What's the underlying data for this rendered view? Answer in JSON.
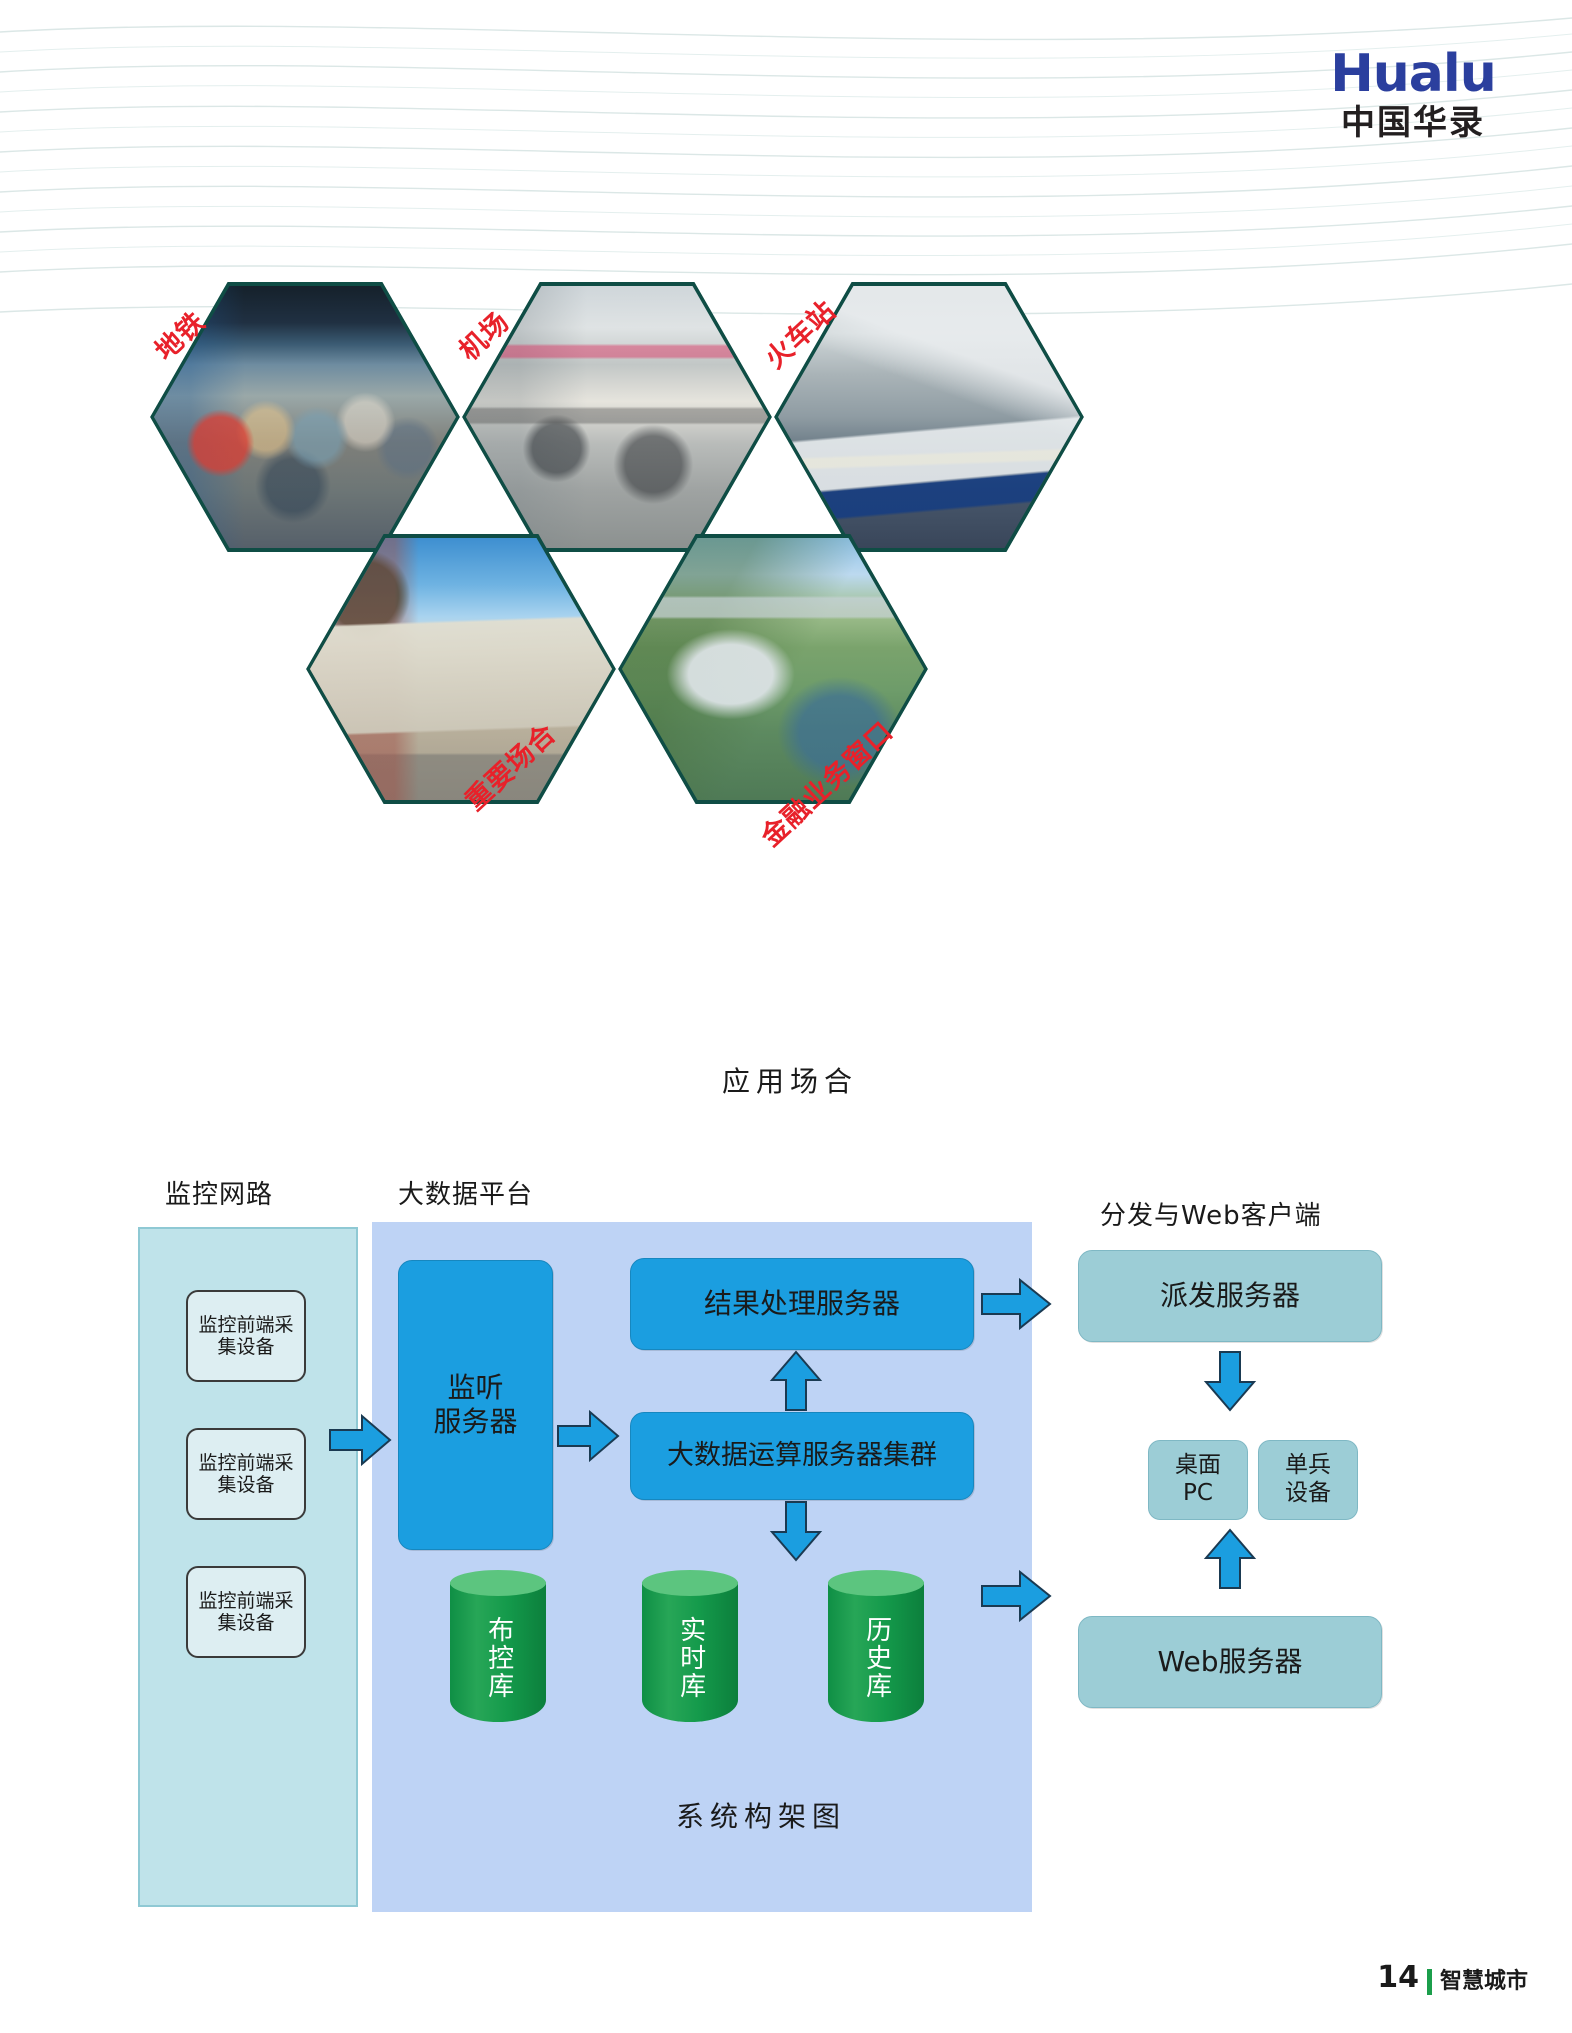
{
  "brand": {
    "wordmark": "Hualu",
    "chinese": "中国华录"
  },
  "scenes": {
    "caption": "应用场合",
    "items": [
      {
        "label": "地铁",
        "photo": "subway-crowd-platform"
      },
      {
        "label": "机场",
        "photo": "airport-security-checkpoint"
      },
      {
        "label": "火车站",
        "photo": "railway-station-platform-train"
      },
      {
        "label": "重要场合",
        "photo": "shopping-mall-plaza-building"
      },
      {
        "label": "金融业务窗口",
        "photo": "aerial-view-modern-terminal"
      }
    ]
  },
  "architecture": {
    "caption": "系统构架图",
    "groups": {
      "monitoring": "监控网路",
      "bigdata": "大数据平台",
      "distribution": "分发与Web客户端"
    },
    "edge_devices": [
      "监控前端采集设备",
      "监控前端采集设备",
      "监控前端采集设备"
    ],
    "nodes": {
      "listener": "监听\n服务器",
      "result_processor": "结果处理服务器",
      "compute_cluster": "大数据运算服务器集群",
      "dispatch_server": "派发服务器",
      "web_server": "Web服务器",
      "desktop_pc": "桌面\nPC",
      "field_device": "单兵\n设备"
    },
    "databases": [
      "布控库",
      "实时库",
      "历史库"
    ],
    "colors": {
      "blue_node": "#1b9ee0",
      "teal_node": "#9ccdd6",
      "db_green": "#149a4b",
      "panel_left": "#bfe3ea",
      "panel_mid": "#bed3f5",
      "arrow": "#1b9ee0"
    }
  },
  "footer": {
    "page_number": "14",
    "section": "智慧城市"
  }
}
